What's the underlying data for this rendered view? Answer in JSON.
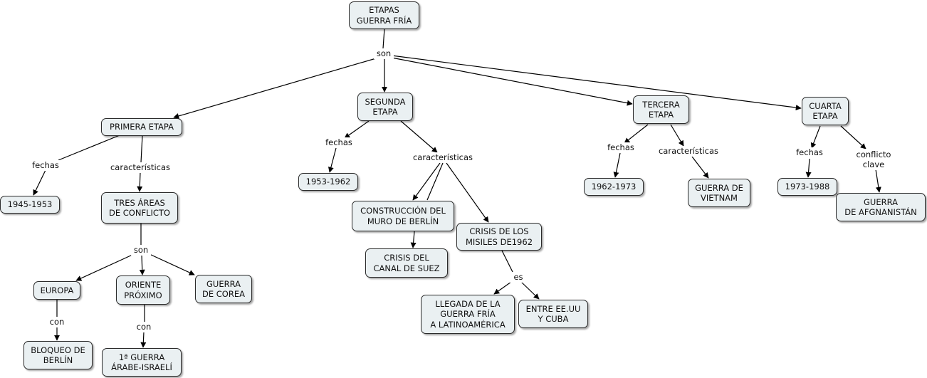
{
  "map": {
    "root": "ETAPAS\nGUERRA FRÍA",
    "root_link": "son",
    "stages": {
      "primera": {
        "title": "PRIMERA ETAPA",
        "fechas_label": "fechas",
        "fechas": "1945-1953",
        "caract_label": "características",
        "tres_areas": "TRES ÁREAS\nDE CONFLICTO",
        "areas_link": "son",
        "europa": "EUROPA",
        "europa_link": "con",
        "bloqueo": "BLOQUEO DE\nBERLÍN",
        "oriente": "ORIENTE\nPRÓXIMO",
        "oriente_link": "con",
        "guerra_arabe": "1ª GUERRA\nÁRABE-ISRAELÍ",
        "corea": "GUERRA\nDE COREA"
      },
      "segunda": {
        "title": "SEGUNDA\nETAPA",
        "fechas_label": "fechas",
        "fechas": "1953-1962",
        "caract_label": "características",
        "muro": "CONSTRUCCIÓN DEL\nMURO DE BERLÍN",
        "suez": "CRISIS DEL\nCANAL DE SUEZ",
        "misiles": "CRISIS DE LOS\nMISILES DE1962",
        "misiles_link": "es",
        "llegada": "LLEGADA DE LA\nGUERRA FRÍA\nA LATINOAMÉRICA",
        "eeuu": "ENTRE EE.UU\nY CUBA"
      },
      "tercera": {
        "title": "TERCERA\nETAPA",
        "fechas_label": "fechas",
        "fechas": "1962-1973",
        "caract_label": "características",
        "vietnam": "GUERRA DE\nVIETNAM"
      },
      "cuarta": {
        "title": "CUARTA\nETAPA",
        "fechas_label": "fechas",
        "fechas": "1973-1988",
        "conflicto_label": "conflicto\nclave",
        "afganistan": "GUERRA\nDE AFGNANISTÁN"
      }
    }
  }
}
